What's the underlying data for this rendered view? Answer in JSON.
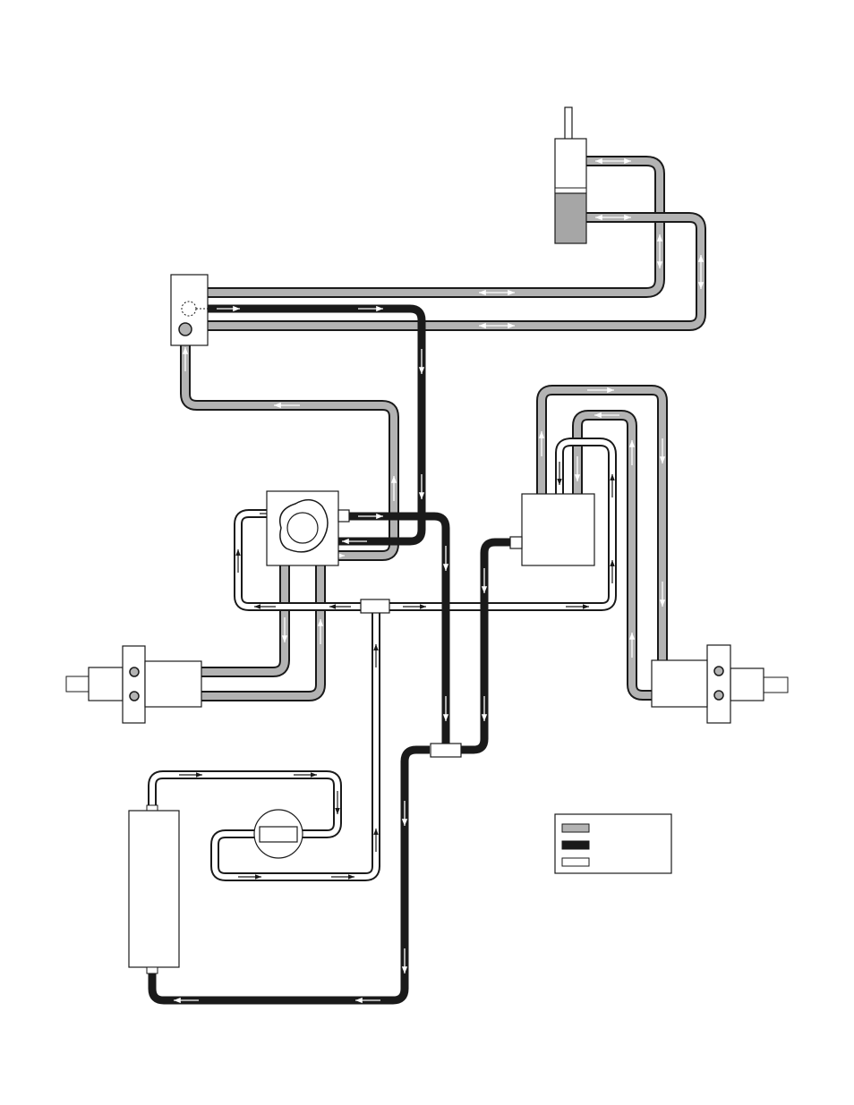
{
  "diagram": {
    "kind": "hydraulic-circuit-schematic",
    "colors": {
      "pressure_line": "#b3b3b3",
      "return_line": "#1a1a1a",
      "suction_line": "#ffffff",
      "component_fill": "#ffffff",
      "cylinder_fill": "#a6a6a6",
      "outline": "#1a1a1a"
    },
    "components": [
      {
        "id": "lift-cylinder",
        "icon": "hydraulic-cylinder-icon"
      },
      {
        "id": "control-valve",
        "icon": "valve-block-icon"
      },
      {
        "id": "steering-pump",
        "icon": "pump-icon"
      },
      {
        "id": "left-steering-cylinder",
        "icon": "cylinder-icon"
      },
      {
        "id": "right-steering-cylinder",
        "icon": "cylinder-icon"
      },
      {
        "id": "steering-valve",
        "icon": "valve-box-icon"
      },
      {
        "id": "reservoir",
        "icon": "tank-icon"
      },
      {
        "id": "filter",
        "icon": "filter-icon"
      }
    ],
    "legend": {
      "entries": [
        {
          "swatch": "pressure_line",
          "label": ""
        },
        {
          "swatch": "return_line",
          "label": ""
        },
        {
          "swatch": "suction_line",
          "label": ""
        }
      ]
    }
  }
}
